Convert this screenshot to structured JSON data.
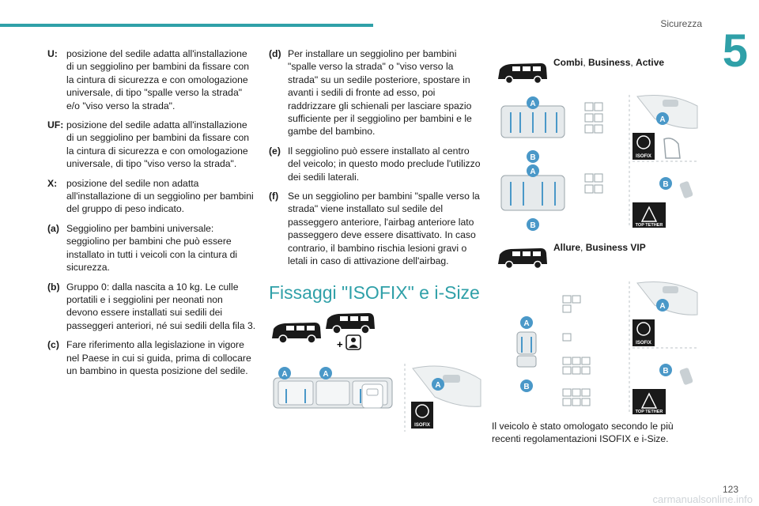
{
  "header": {
    "section": "Sicurezza",
    "chapter_number": "5"
  },
  "left_column": [
    {
      "key": "U:",
      "text": "posizione del sedile adatta all'installazione di un seggiolino per bambini da fissare con la cintura di sicurezza e con omologazione universale, di tipo \"spalle verso la strada\" e/o \"viso verso la strada\"."
    },
    {
      "key": "UF:",
      "text": "posizione del sedile adatta all'installazione di un seggiolino per bambini da fissare con la cintura di sicurezza e con omologazione universale, di tipo \"viso verso la strada\"."
    },
    {
      "key": "X:",
      "text": "posizione del sedile non adatta all'installazione di un seggiolino per bambini del gruppo di peso indicato."
    },
    {
      "key": "(a)",
      "text": "Seggiolino per bambini universale: seggiolino per bambini che può essere installato in tutti i veicoli con la cintura di sicurezza."
    },
    {
      "key": "(b)",
      "text": "Gruppo 0: dalla nascita a 10 kg. Le culle portatili e i seggiolini per neonati non devono essere installati sui sedili dei passeggeri anteriori, né sui sedili della fila 3."
    },
    {
      "key": "(c)",
      "text": "Fare riferimento alla legislazione in vigore nel Paese in cui si guida, prima di collocare un bambino in questa posizione del sedile."
    }
  ],
  "middle_column": [
    {
      "key": "(d)",
      "text": "Per installare un seggiolino per bambini \"spalle verso la strada\" o \"viso verso la strada\" su un sedile posteriore, spostare in avanti i sedili di fronte ad esso, poi raddrizzare gli schienali per lasciare spazio sufficiente per il seggiolino per bambini e le gambe del bambino."
    },
    {
      "key": "(e)",
      "text": "Il seggiolino può essere installato al centro del veicolo; in questo modo preclude l'utilizzo dei sedili laterali."
    },
    {
      "key": "(f)",
      "text": "Se un seggiolino per bambini \"spalle verso la strada\" viene installato sul sedile del passeggero anteriore, l'airbag anteriore lato passeggero deve essere disattivato. In caso contrario, il bambino rischia lesioni gravi o letali in caso di attivazione dell'airbag."
    }
  ],
  "section_heading": "Fissaggi \"ISOFIX\" e i-Size",
  "variants": {
    "first": {
      "name1": "Combi",
      "sep1": ", ",
      "name2": "Business",
      "sep2": ", ",
      "name3": "Active"
    },
    "second": {
      "name1": "Allure",
      "sep1": ", ",
      "name2": "Business VIP"
    }
  },
  "labels": {
    "a": "A",
    "b": "B",
    "isofix": "ISOFIX",
    "top_tether": "TOP TETHER",
    "plus": "+"
  },
  "footnote": "Il veicolo è stato omologato secondo le più recenti regolamentazioni ISOFIX e i-Size.",
  "page_number": "123",
  "watermark": "carmanualsonline.info",
  "colors": {
    "accent": "#2fa0a8",
    "marker": "#4a98c8",
    "seat": "#aab3b8"
  }
}
